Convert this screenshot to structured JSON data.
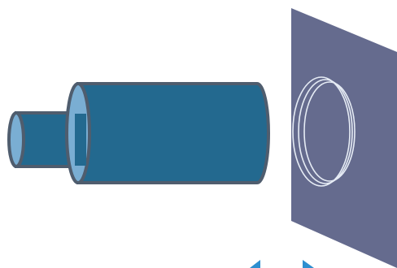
{
  "diagram": {
    "objects": [
      {
        "id": "small-cylinder",
        "kind": "cylinder"
      },
      {
        "id": "large-cylinder",
        "kind": "cylinder"
      },
      {
        "id": "screen-panel",
        "kind": "panel"
      },
      {
        "id": "ring-pattern",
        "kind": "rings",
        "count": 3
      },
      {
        "id": "distance-indicator",
        "kind": "double-arrow"
      }
    ],
    "colors": {
      "cylinder_body": "#23698f",
      "cylinder_face": "#7aaed3",
      "cylinder_outline": "#4f5d6e",
      "panel": "#656b8e",
      "rings": "#e6ecf5",
      "arrow": "#2e8fd0"
    }
  }
}
